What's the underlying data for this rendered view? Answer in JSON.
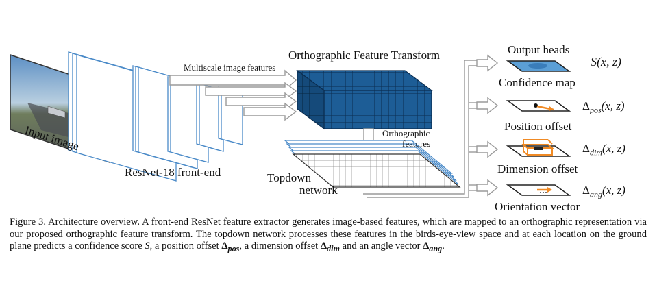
{
  "figure": {
    "labels": {
      "input_image": "Input image",
      "resnet": "ResNet-18 front-end",
      "multiscale": "Multiscale image features",
      "oft": "Orthographic Feature Transform",
      "ortho_features_1": "Orthographic",
      "ortho_features_2": "features",
      "topdown_1": "Topdown",
      "topdown_2": "network",
      "output_heads": "Output heads",
      "confidence_map": "Confidence map",
      "position_offset": "Position offset",
      "dimension_offset": "Dimension offset",
      "orientation_vector": "Orientation vector"
    },
    "math": {
      "score": {
        "base": "S(x, z)"
      },
      "pos": {
        "base": "Δ",
        "sub": "pos",
        "args": "(x, z)"
      },
      "dim": {
        "base": "Δ",
        "sub": "dim",
        "args": "(x, z)"
      },
      "ang": {
        "base": "Δ",
        "sub": "ang",
        "args": "(x, z)"
      }
    },
    "colors": {
      "feature_cube": "#1d5d96",
      "feature_cube_dark": "#0f3e6b",
      "resnet_border": "#4a8ac8",
      "confidence_fill": "#5b9fd6",
      "arrow_gray": "#9a9a9a",
      "orange": "#f08a24"
    }
  },
  "caption": {
    "p1": "Figure 3. Architecture overview. A front-end ResNet feature extractor generates image-based features, which are mapped to an orthographic representation via our proposed orthographic feature transform. The topdown network processes these features in the birds-eye-view space and at each location on the ground plane predicts a confidence score ",
    "s": "S",
    "p2": ", a position offset ",
    "d1": "Δ",
    "s1": "pos",
    "p3": ", a dimension offset ",
    "d2": "Δ",
    "s2": "dim",
    "p4": " and an angle vector ",
    "d3": "Δ",
    "s3": "ang",
    "p5": "."
  }
}
